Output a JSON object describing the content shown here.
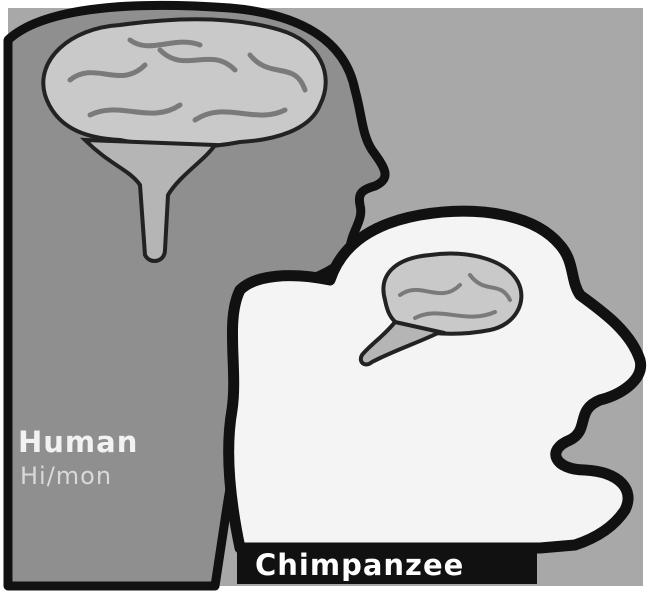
{
  "labels": {
    "human": "Human",
    "human_secondary": "Hi/mon",
    "chimp": "Chimpanzee"
  },
  "colors": {
    "background": "#a8a8a8",
    "human_silhouette": "#8f8f8f",
    "chimp_silhouette": "#f4f4f4",
    "outline": "#111111",
    "brain": "#c9c9c9"
  }
}
